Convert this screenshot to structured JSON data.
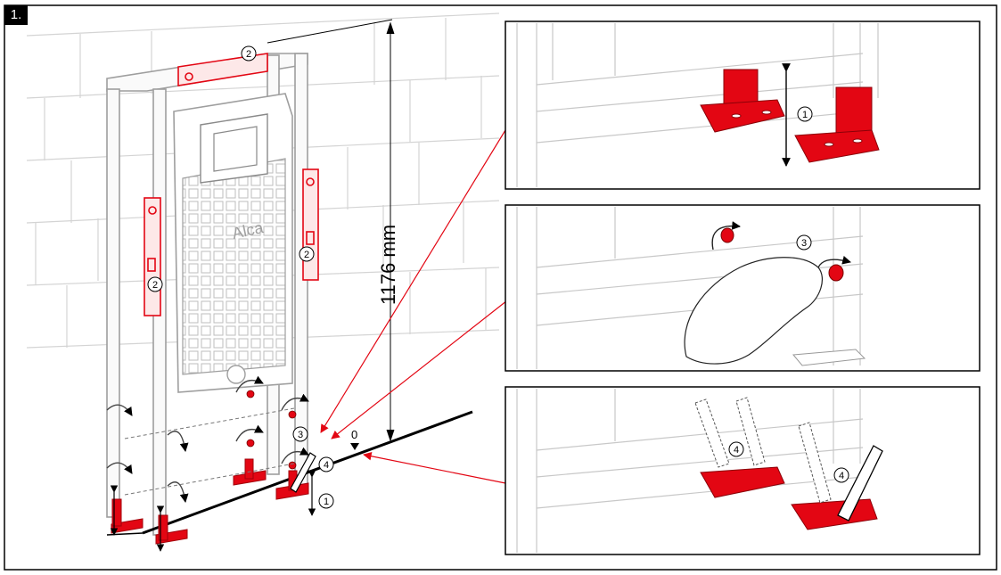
{
  "step_label": "1.",
  "dimension": {
    "text": "1176 mm"
  },
  "zero_mark": "0",
  "logo_text": "Alca",
  "callouts": {
    "one": "1",
    "two": "2",
    "three": "3",
    "four": "4"
  },
  "colors": {
    "accent_red": "#e30613",
    "line_gray": "#b5b5b5",
    "frame_black": "#000000"
  }
}
